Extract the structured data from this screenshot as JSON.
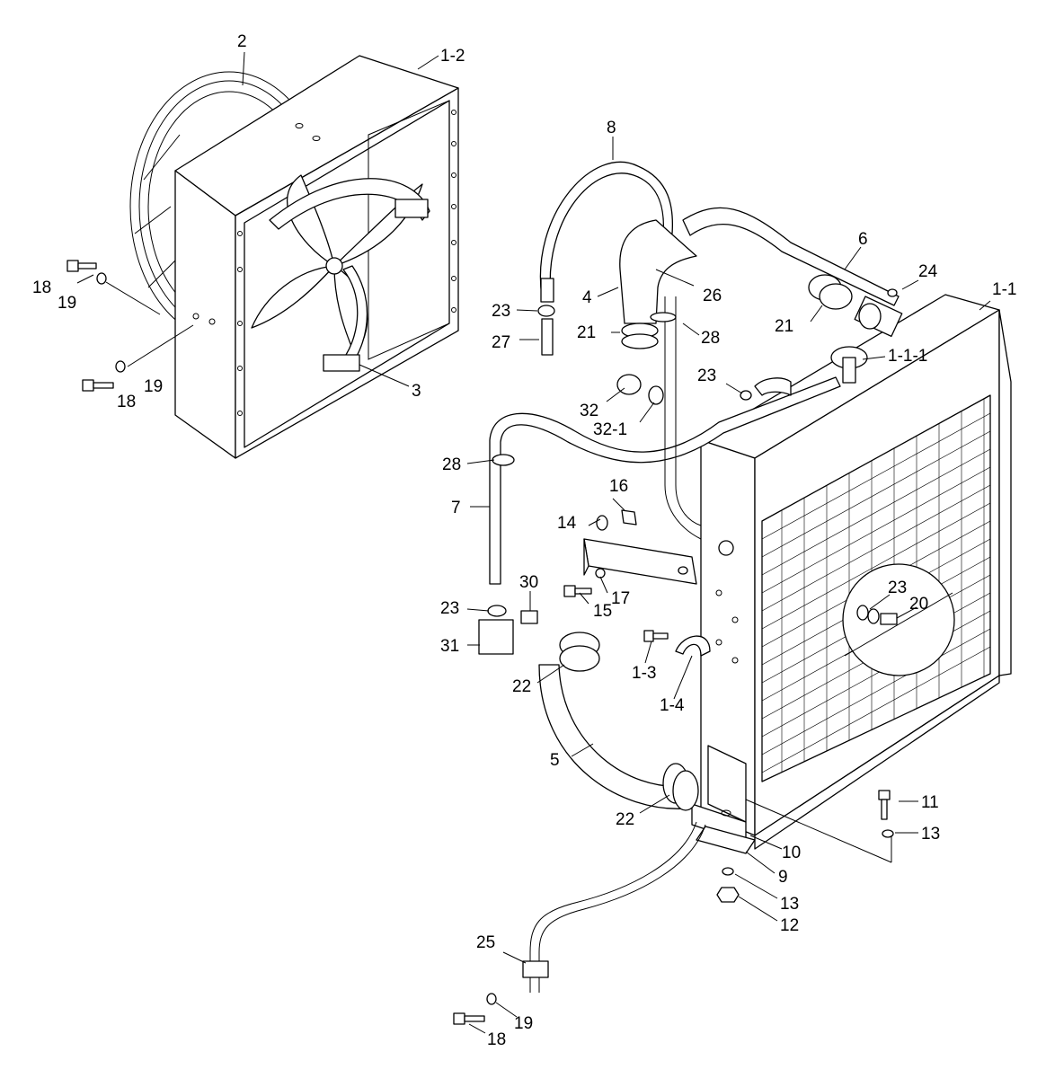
{
  "callouts": [
    {
      "id": "c-2",
      "label": "2"
    },
    {
      "id": "c-1-2",
      "label": "1-2"
    },
    {
      "id": "c-18a",
      "label": "18"
    },
    {
      "id": "c-19a",
      "label": "19"
    },
    {
      "id": "c-18b",
      "label": "18"
    },
    {
      "id": "c-19b",
      "label": "19"
    },
    {
      "id": "c-3",
      "label": "3"
    },
    {
      "id": "c-8",
      "label": "8"
    },
    {
      "id": "c-6",
      "label": "6"
    },
    {
      "id": "c-24",
      "label": "24"
    },
    {
      "id": "c-1-1",
      "label": "1-1"
    },
    {
      "id": "c-23a",
      "label": "23"
    },
    {
      "id": "c-4",
      "label": "4"
    },
    {
      "id": "c-26",
      "label": "26"
    },
    {
      "id": "c-21a",
      "label": "21"
    },
    {
      "id": "c-21b",
      "label": "21"
    },
    {
      "id": "c-27",
      "label": "27"
    },
    {
      "id": "c-28a",
      "label": "28"
    },
    {
      "id": "c-1-1-1",
      "label": "1-1-1"
    },
    {
      "id": "c-23b",
      "label": "23"
    },
    {
      "id": "c-32",
      "label": "32"
    },
    {
      "id": "c-32-1",
      "label": "32-1"
    },
    {
      "id": "c-28b",
      "label": "28"
    },
    {
      "id": "c-16",
      "label": "16"
    },
    {
      "id": "c-14",
      "label": "14"
    },
    {
      "id": "c-7",
      "label": "7"
    },
    {
      "id": "c-30",
      "label": "30"
    },
    {
      "id": "c-17",
      "label": "17"
    },
    {
      "id": "c-15",
      "label": "15"
    },
    {
      "id": "c-23c",
      "label": "23"
    },
    {
      "id": "c-31",
      "label": "31"
    },
    {
      "id": "c-23d",
      "label": "23"
    },
    {
      "id": "c-20",
      "label": "20"
    },
    {
      "id": "c-22a",
      "label": "22"
    },
    {
      "id": "c-1-3",
      "label": "1-3"
    },
    {
      "id": "c-1-4",
      "label": "1-4"
    },
    {
      "id": "c-5",
      "label": "5"
    },
    {
      "id": "c-22b",
      "label": "22"
    },
    {
      "id": "c-11",
      "label": "11"
    },
    {
      "id": "c-13a",
      "label": "13"
    },
    {
      "id": "c-10",
      "label": "10"
    },
    {
      "id": "c-9",
      "label": "9"
    },
    {
      "id": "c-13b",
      "label": "13"
    },
    {
      "id": "c-12",
      "label": "12"
    },
    {
      "id": "c-25",
      "label": "25"
    },
    {
      "id": "c-19c",
      "label": "19"
    },
    {
      "id": "c-18c",
      "label": "18"
    }
  ]
}
